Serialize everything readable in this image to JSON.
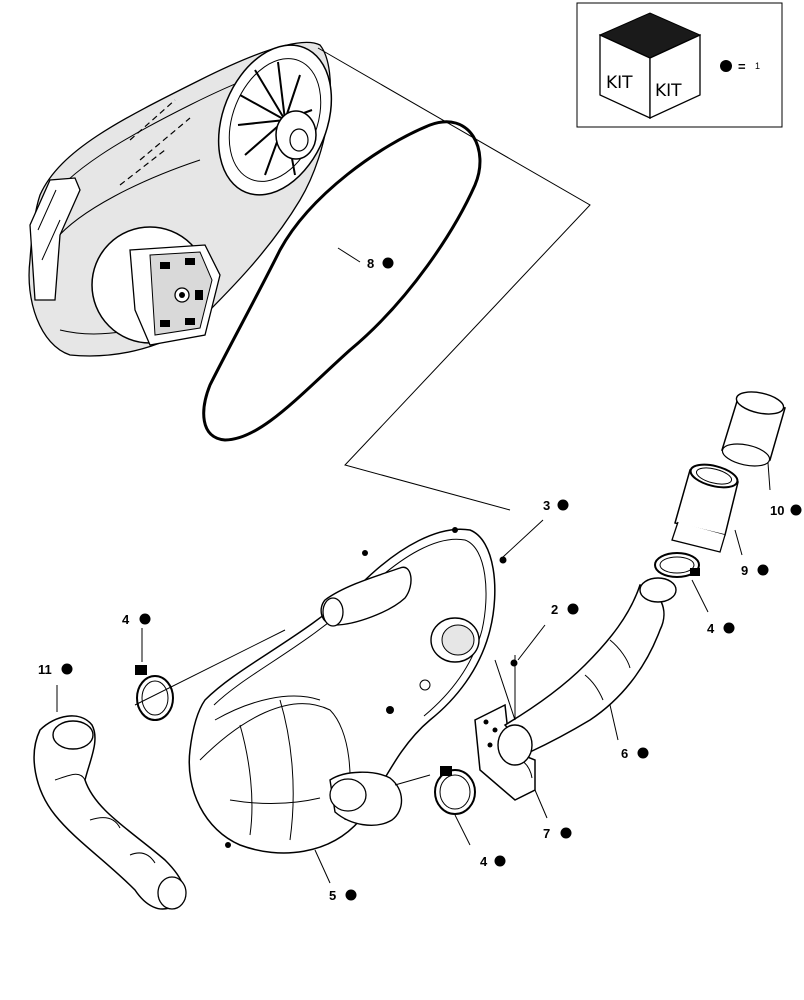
{
  "legend": {
    "kit_left": "KIT",
    "kit_right": "KIT",
    "equals": "=",
    "count": "1"
  },
  "callouts": [
    {
      "id": "8",
      "name": "callout-8"
    },
    {
      "id": "3",
      "name": "callout-3"
    },
    {
      "id": "2",
      "name": "callout-2"
    },
    {
      "id": "10",
      "name": "callout-10"
    },
    {
      "id": "9",
      "name": "callout-9"
    },
    {
      "id": "4",
      "name": "callout-4-top-right"
    },
    {
      "id": "4",
      "name": "callout-4-left"
    },
    {
      "id": "11",
      "name": "callout-11"
    },
    {
      "id": "6",
      "name": "callout-6"
    },
    {
      "id": "7",
      "name": "callout-7"
    },
    {
      "id": "4",
      "name": "callout-4-bottom"
    },
    {
      "id": "5",
      "name": "callout-5"
    }
  ],
  "colors": {
    "line": "#000000",
    "shade": "#e6e6e6",
    "background": "#ffffff"
  }
}
